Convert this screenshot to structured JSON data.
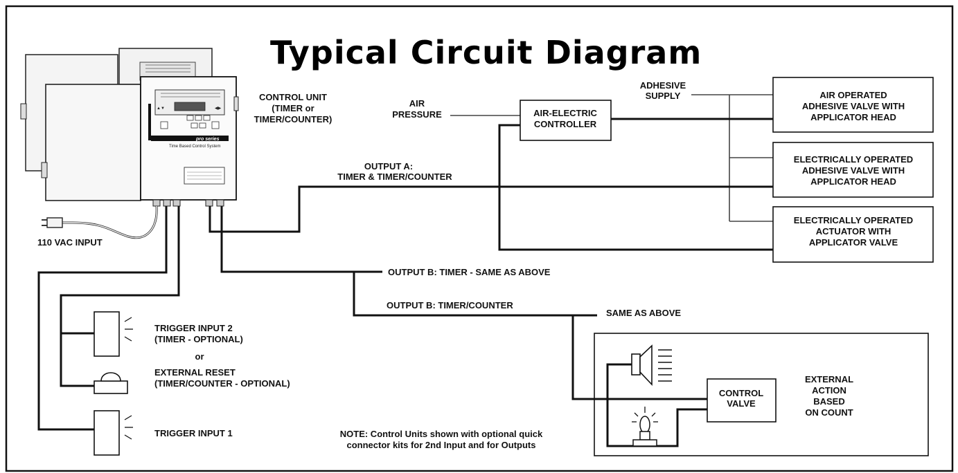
{
  "title": "Typical Circuit Diagram",
  "control_unit": {
    "label_lines": [
      "CONTROL UNIT",
      "(TIMER or",
      "TIMER/COUNTER)"
    ],
    "brand": "pro series",
    "subbrand": "Time Based Control System"
  },
  "power_input": "110 VAC INPUT",
  "air_pressure": [
    "AIR",
    "PRESSURE"
  ],
  "air_electric_controller": [
    "AIR-ELECTRIC",
    "CONTROLLER"
  ],
  "adhesive_supply": [
    "ADHESIVE",
    "SUPPLY"
  ],
  "output_a": [
    "OUTPUT A:",
    "TIMER & TIMER/COUNTER"
  ],
  "output_b_timer": "OUTPUT B: TIMER - SAME AS ABOVE",
  "output_b_counter": "OUTPUT B: TIMER/COUNTER",
  "same_as_above": "SAME AS ABOVE",
  "devices": [
    [
      "AIR OPERATED",
      "ADHESIVE VALVE WITH",
      "APPLICATOR HEAD"
    ],
    [
      "ELECTRICALLY OPERATED",
      "ADHESIVE VALVE WITH",
      "APPLICATOR HEAD"
    ],
    [
      "ELECTRICALLY OPERATED",
      "ACTUATOR WITH",
      "APPLICATOR VALVE"
    ]
  ],
  "trigger_input_2": [
    "TRIGGER INPUT 2",
    "(TIMER - OPTIONAL)"
  ],
  "or_text": "or",
  "external_reset": [
    "EXTERNAL RESET",
    "(TIMER/COUNTER - OPTIONAL)"
  ],
  "trigger_input_1": "TRIGGER INPUT 1",
  "control_valve": [
    "CONTROL",
    "VALVE"
  ],
  "external_action": [
    "EXTERNAL",
    "ACTION",
    "BASED",
    "ON COUNT"
  ],
  "note": [
    "NOTE: Control Units shown with optional quick",
    "connector kits for 2nd Input and for Outputs"
  ]
}
